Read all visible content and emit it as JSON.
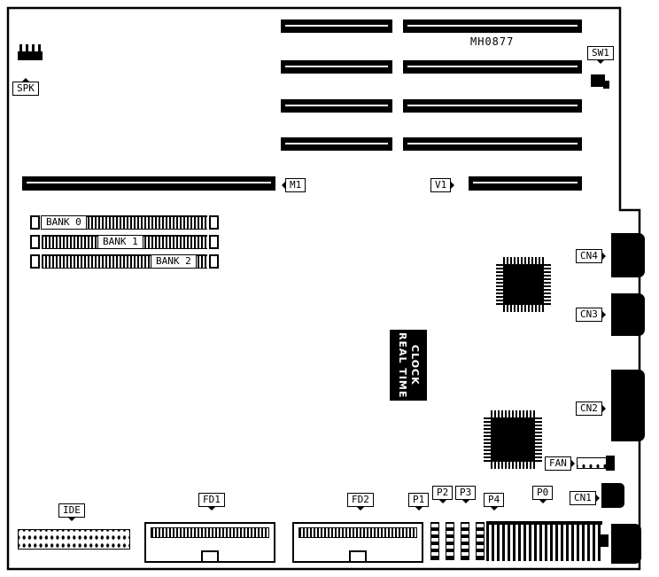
{
  "part_number": "MH0877",
  "labels": {
    "spk": "SPK",
    "sw1": "SW1",
    "m1": "M1",
    "v1": "V1",
    "bank0": "BANK 0",
    "bank1": "BANK 1",
    "bank2": "BANK 2",
    "cn4": "CN4",
    "cn3": "CN3",
    "cn2": "CN2",
    "cn1": "CN1",
    "fan": "FAN",
    "fd1": "FD1",
    "fd2": "FD2",
    "ide": "IDE",
    "p0": "P0",
    "p1": "P1",
    "p2": "P2",
    "p3": "P3",
    "p4": "P4"
  },
  "rtc": {
    "line1": "REAL TIME",
    "line2": "CLOCK"
  }
}
